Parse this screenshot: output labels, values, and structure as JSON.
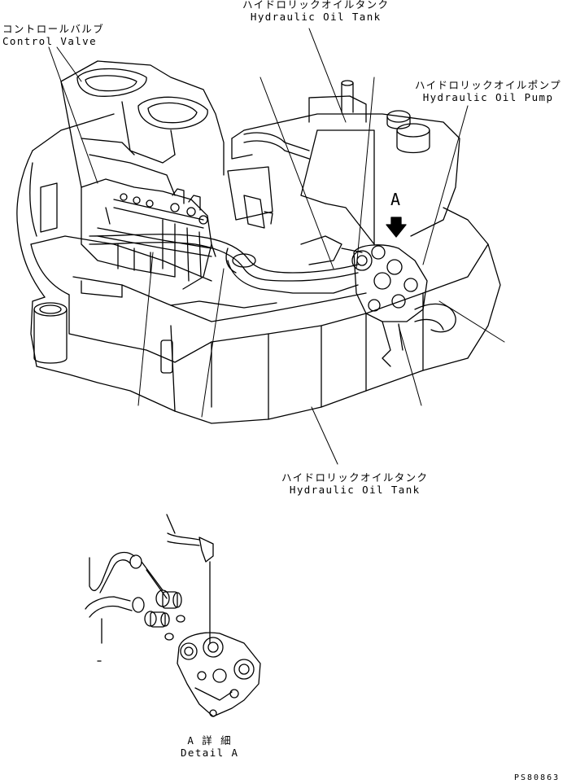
{
  "labels": {
    "control_valve": {
      "jp": "コントロールバルブ",
      "en": "Control Valve"
    },
    "tank_top": {
      "jp": "ハイドロリックオイルタンク",
      "en": "Hydraulic Oil Tank"
    },
    "pump": {
      "jp": "ハイドロリックオイルポンプ",
      "en": "Hydraulic Oil Pump"
    },
    "tank_bottom": {
      "jp": "ハイドロリックオイルタンク",
      "en": "Hydraulic Oil Tank"
    },
    "view_marker": "A",
    "detail": {
      "jp": "A 詳 細",
      "en": "Detail A"
    }
  },
  "part_code": "PS80863"
}
